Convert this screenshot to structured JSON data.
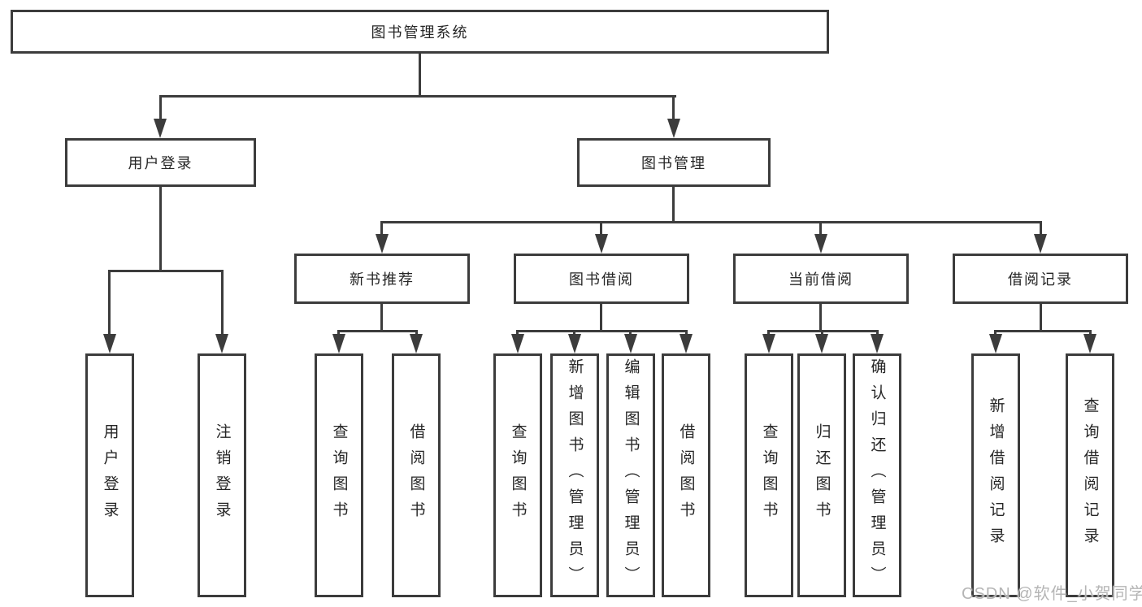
{
  "diagram_title": "图书管理系统",
  "tree": {
    "label": "图书管理系统",
    "children": [
      {
        "label": "用户登录",
        "children": [
          {
            "label": "用户登录"
          },
          {
            "label": "注销登录"
          }
        ]
      },
      {
        "label": "图书管理",
        "children": [
          {
            "label": "新书推荐",
            "children": [
              {
                "label": "查询图书"
              },
              {
                "label": "借阅图书"
              }
            ]
          },
          {
            "label": "图书借阅",
            "children": [
              {
                "label": "查询图书"
              },
              {
                "label": "新增图书（管理员）"
              },
              {
                "label": "编辑图书（管理员）"
              },
              {
                "label": "借阅图书"
              }
            ]
          },
          {
            "label": "当前借阅",
            "children": [
              {
                "label": "查询图书"
              },
              {
                "label": "归还图书"
              },
              {
                "label": "确认归还（管理员）"
              }
            ]
          },
          {
            "label": "借阅记录",
            "children": [
              {
                "label": "新增借阅记录"
              },
              {
                "label": "查询借阅记录"
              }
            ]
          }
        ]
      }
    ]
  },
  "watermark": {
    "text": "CSDN @软件_小贺同学"
  },
  "colors": {
    "line": "#3c3c3c",
    "box_border": "#3c3c3c",
    "box_fill": "#ffffff",
    "text": "#262626",
    "watermark": "#b5b5b5"
  }
}
